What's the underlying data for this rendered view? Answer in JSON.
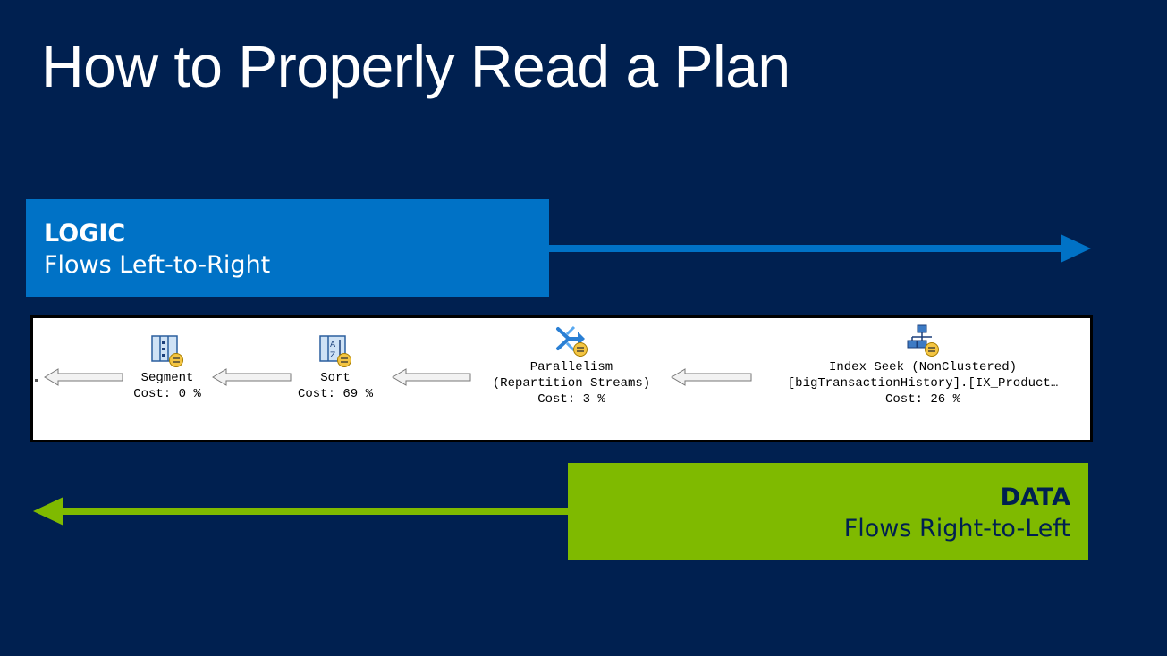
{
  "slide": {
    "title": "How to Properly Read a Plan"
  },
  "logic": {
    "heading": "LOGIC",
    "text": "Flows Left-to-Right"
  },
  "data_flow": {
    "heading": "DATA",
    "text": "Flows Right-to-Left"
  },
  "plan": {
    "operators": [
      {
        "name": "Segment",
        "cost": "Cost: 0 %",
        "icon": "segment-icon"
      },
      {
        "name": "Sort",
        "cost": "Cost: 69 %",
        "icon": "sort-icon"
      },
      {
        "name": "Parallelism",
        "subtitle": "(Repartition Streams)",
        "cost": "Cost: 3 %",
        "icon": "parallelism-icon"
      },
      {
        "name": "Index Seek (NonClustered)",
        "subtitle": "[bigTransactionHistory].[IX_Product…",
        "cost": "Cost: 26 %",
        "icon": "index-seek-icon"
      }
    ]
  },
  "colors": {
    "background": "#002050",
    "logic_blue": "#0072c6",
    "data_green": "#7fba00"
  }
}
